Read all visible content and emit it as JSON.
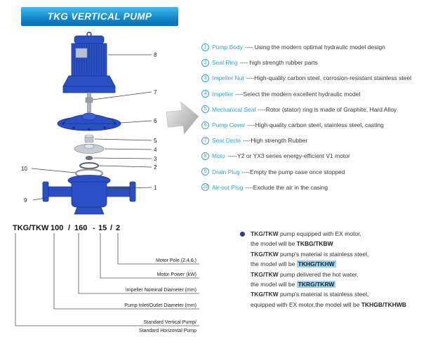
{
  "banner": {
    "title": "TKG VERTICAL PUMP"
  },
  "diagram": {
    "callouts": [
      "8",
      "7",
      "6",
      "5",
      "4",
      "3",
      "2",
      "10",
      "1",
      "9"
    ]
  },
  "icons": {
    "transition_arrow": "right-block-arrow",
    "note_bullet": "dot"
  },
  "parts_list": {
    "items": [
      {
        "num": "1",
        "name": "Pump Body",
        "desc": "---- Using the modern optimal hydraulic model design"
      },
      {
        "num": "2",
        "name": "Seal Ring",
        "desc": "---- high strength rubber parts"
      },
      {
        "num": "3",
        "name": "Impeller Nut",
        "desc": "----High-quality carbon steel, corrosion-resistant stainless steel"
      },
      {
        "num": "4",
        "name": "Impeller",
        "desc": "----Select the modern excellent hydraulic model"
      },
      {
        "num": "5",
        "name": "Mechanical Seal",
        "desc": "----Rotor (stator) ring is made of Graphite, Hard Alloy"
      },
      {
        "num": "6",
        "name": "Pump Cover",
        "desc": "----High-quality carbon steel, stainless steel, casting"
      },
      {
        "num": "7",
        "name": "Seal Circle",
        "desc": "----High strength Rubber"
      },
      {
        "num": "8",
        "name": "Moto",
        "desc": "-----Y2 or YX3 series energy-efficient V1 motor"
      },
      {
        "num": "9",
        "name": "Drain Plug",
        "desc": "----Empty the pump case once stopped"
      },
      {
        "num": "10",
        "name": "Air-out Plug",
        "desc": "----Exclude the air in the casing"
      }
    ]
  },
  "model_code": {
    "tokens": [
      "TKG/TKW",
      "100",
      "/",
      "160",
      "-",
      "15",
      "/",
      "2"
    ],
    "labels": [
      "Motor Pole (2,4,6,)",
      "Motor Power  (kW)",
      "Impeller Nominal Diameter (mm)",
      "Pump Inlet/Outlet Diameter (mm)",
      "Standard Vertical Pump/",
      "Standard  Horizontal Pump"
    ]
  },
  "notes": {
    "items": [
      {
        "lead": "TKG/TKW",
        "rest": " pump equipped with EX motor,",
        "cont": "the model will be ",
        "code": "TKBG/TKBW"
      },
      {
        "lead": "TKG/TKW",
        "rest": " pump's material is stainless steel,",
        "cont": "the model will be ",
        "code": "TKHG/TKHW"
      },
      {
        "lead": "TKG/TKW",
        "rest": " pump delivered the hot water,",
        "cont": "the model will be ",
        "code": "TKRG/TKRW"
      },
      {
        "lead": "TKG/TKW",
        "rest": " pump's material is stainless steel,",
        "cont": "equipped with EX motor,the model will be ",
        "code": "TKHGB/TKHWB"
      }
    ]
  },
  "colors": {
    "accent_blue": "#29a9e0",
    "banner_blue": "#1286c9",
    "pump_blue": "#2a4fc4",
    "highlight_blue": "#9ed4ef"
  }
}
